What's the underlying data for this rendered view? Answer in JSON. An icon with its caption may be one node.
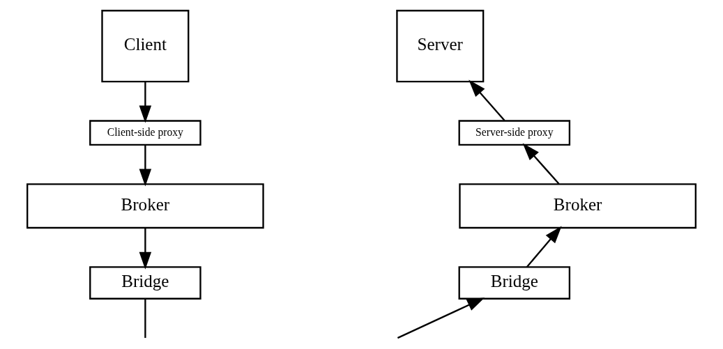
{
  "diagram": {
    "nodes": [
      {
        "text": [
          "Client"
        ]
      },
      {
        "text": [
          "Client-side proxy"
        ]
      },
      {
        "text": [
          "Broker"
        ]
      },
      {
        "text": [
          "Bridge"
        ]
      },
      {
        "text": [
          "Server"
        ]
      },
      {
        "text": [
          "Server-side proxy"
        ]
      },
      {
        "text": [
          "Broker"
        ]
      },
      {
        "text": [
          "Bridge"
        ]
      }
    ],
    "edges": [
      {
        "from": 0,
        "to": 1,
        "arrow": "to"
      },
      {
        "from": 1,
        "to": 2,
        "arrow": "to"
      },
      {
        "from": 2,
        "to": 3,
        "arrow": "to"
      },
      {
        "from": 3,
        "to": null,
        "arrow": "none"
      },
      {
        "from": 5,
        "to": 4,
        "arrow": "to"
      },
      {
        "from": 6,
        "to": 5,
        "arrow": "to"
      },
      {
        "from": 7,
        "to": 6,
        "arrow": "to"
      },
      {
        "from": null,
        "to": 7,
        "arrow": "to"
      }
    ]
  }
}
